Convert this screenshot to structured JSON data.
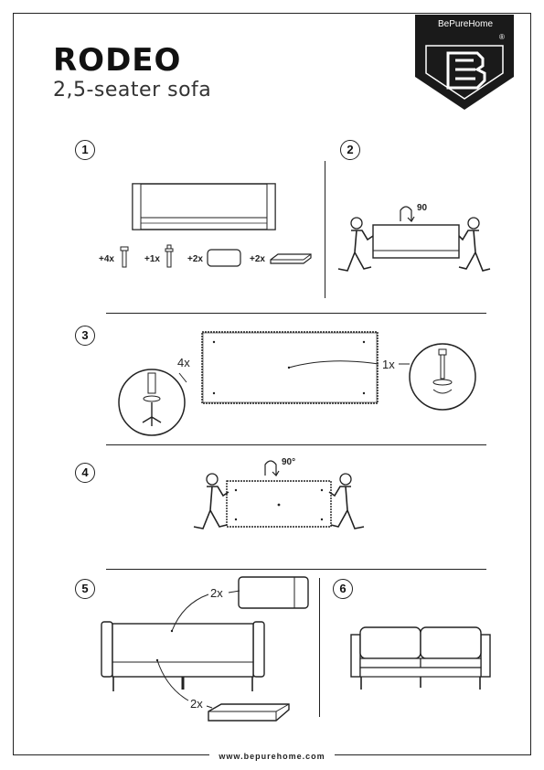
{
  "brand": {
    "name": "BePureHome",
    "registered": "®",
    "monogram": "B"
  },
  "product": {
    "title": "RODEO",
    "subtitle": "2,5-seater sofa"
  },
  "steps": [
    {
      "number": "1"
    },
    {
      "number": "2",
      "rotation_label": "90"
    },
    {
      "number": "3",
      "left_qty": "4x",
      "right_qty": "1x"
    },
    {
      "number": "4",
      "rotation_label": "90°"
    },
    {
      "number": "5",
      "top_qty": "2x",
      "bottom_qty": "2x"
    },
    {
      "number": "6"
    }
  ],
  "parts": [
    {
      "qty": "+4x",
      "icon": "leg-icon"
    },
    {
      "qty": "+1x",
      "icon": "center-leg-icon"
    },
    {
      "qty": "+2x",
      "icon": "back-cushion-icon"
    },
    {
      "qty": "+2x",
      "icon": "seat-cushion-icon"
    }
  ],
  "footer": {
    "url": "www.bepurehome.com"
  },
  "colors": {
    "ink": "#1a1a1a",
    "paper": "#ffffff"
  }
}
